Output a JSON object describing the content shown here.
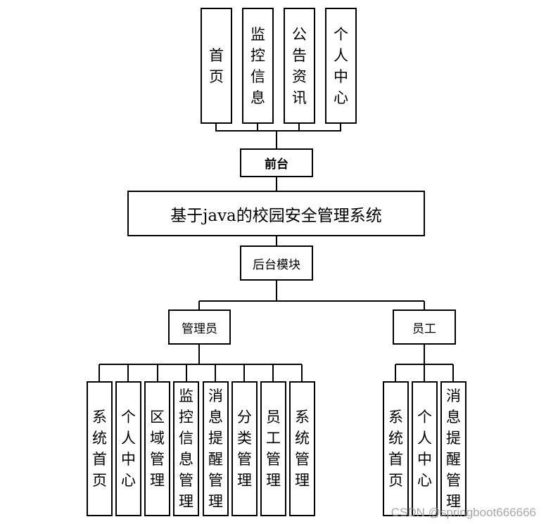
{
  "front_nodes": [
    "首页",
    "监控信息",
    "公告资讯",
    "个人中心"
  ],
  "front_label": "前台",
  "title": "基于java的校园安全管理系统",
  "backend_label": "后台模块",
  "admin": {
    "label": "管理员",
    "items": [
      "系统首页",
      "个人中心",
      "区域管理",
      "监控信息管理",
      "消息提醒管理",
      "分类管理",
      "员工管理",
      "系统管理"
    ]
  },
  "staff": {
    "label": "员工",
    "items": [
      "系统首页",
      "个人中心",
      "消息提醒管理"
    ]
  },
  "watermark": "CSDN @springboot666666"
}
